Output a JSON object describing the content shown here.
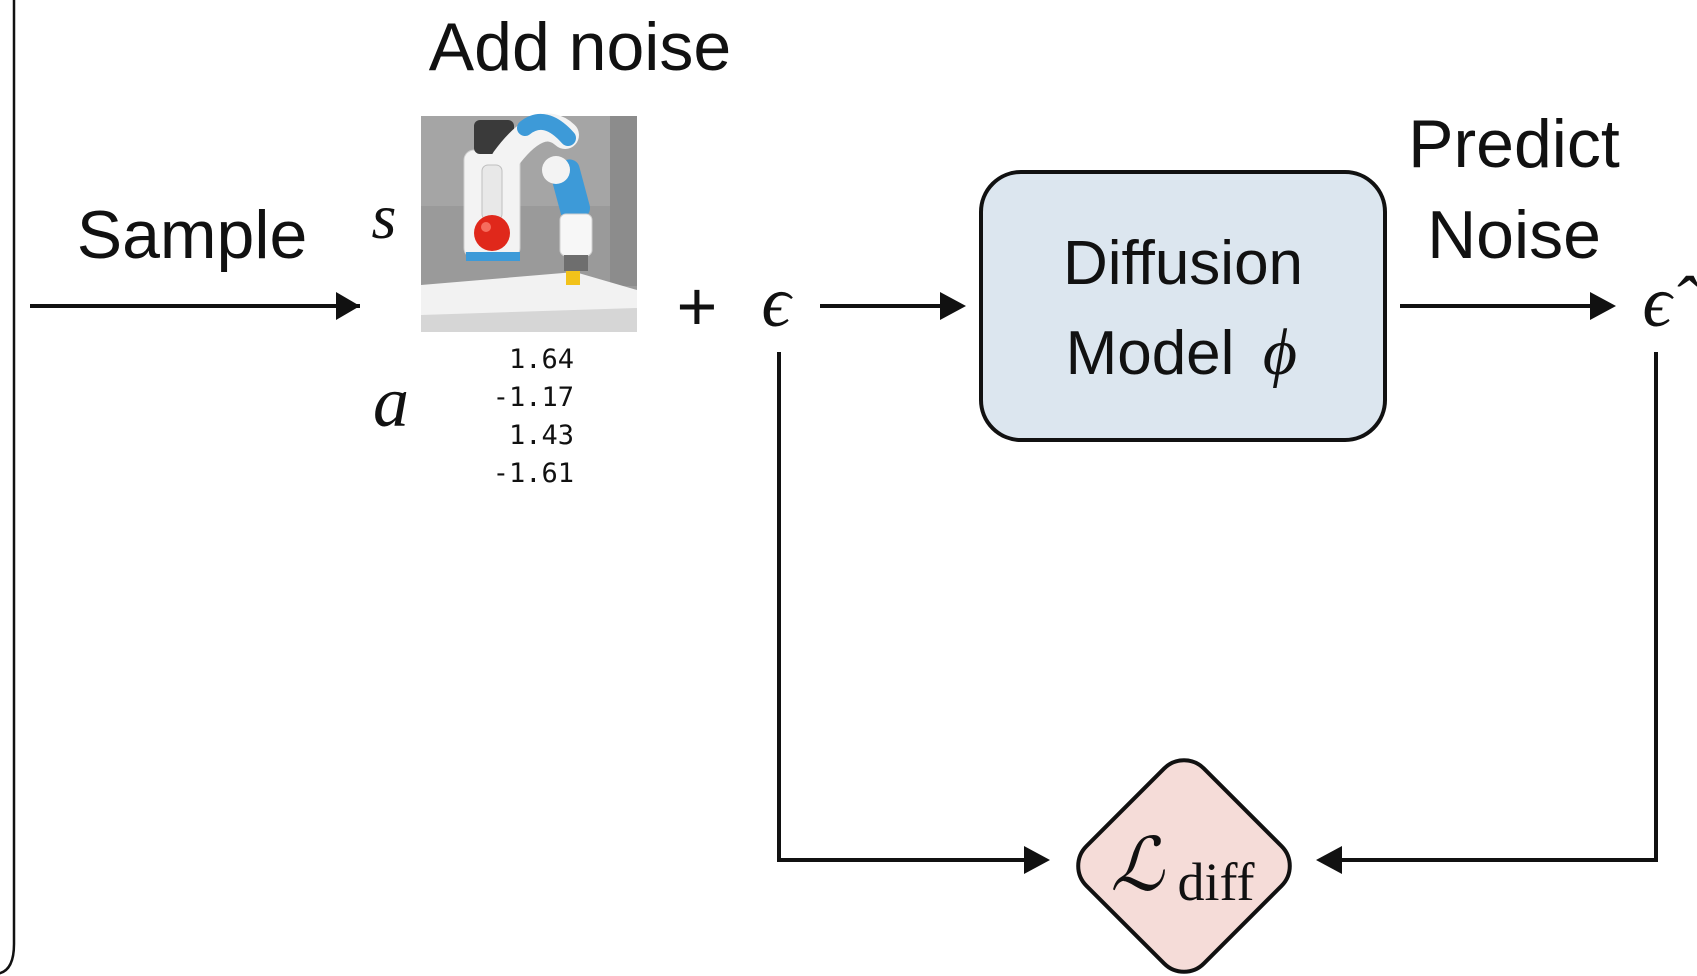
{
  "labels": {
    "sample": "Sample",
    "add_noise": "Add noise",
    "state_symbol": "s",
    "action_symbol": "a",
    "plus": "+",
    "epsilon": "ϵ",
    "predict_line1": "Predict",
    "predict_line2": "Noise",
    "epsilon_hat": "ϵ̂"
  },
  "model_box": {
    "line1": "Diffusion",
    "line2": "Model",
    "symbol": "ϕ"
  },
  "loss": {
    "symbol": "ℒ",
    "subscript": "diff"
  },
  "action_values": [
    "1.64",
    "-1.17",
    "1.43",
    "-1.61"
  ],
  "colors": {
    "model_fill": "#dce6ef",
    "loss_fill": "#f5dcd8",
    "stroke": "#111111",
    "robot_blue": "#3d9ad8",
    "ball_red": "#e0281b",
    "cube_yellow": "#f2c21a"
  }
}
